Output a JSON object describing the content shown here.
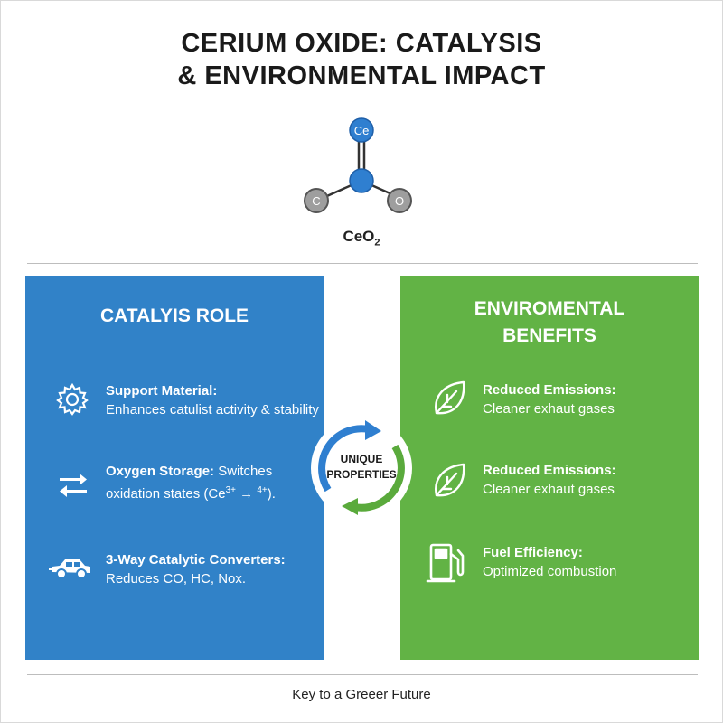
{
  "title_line1": "CERIUM OXIDE: CATALYSIS",
  "title_line2": "& ENVIRONMENTAL IMPACT",
  "molecule": {
    "top_atom": "Ce",
    "left_atom": "C",
    "right_atom": "O",
    "formula_base": "CeO",
    "formula_sub": "2"
  },
  "left_panel": {
    "title": "CATALYIS ROLE",
    "color": "#3182c8",
    "items": [
      {
        "icon": "gear-icon",
        "head": "Support Material:",
        "text": "Enhances catulist activity & stability"
      },
      {
        "icon": "swap-arrows-icon",
        "head": "Oxygen Storage:",
        "text_inline": " Switches",
        "text_line2_a": "oxidation states (Ce",
        "sup_a": "3+",
        "text_line2_b": " → ",
        "sup_b": "4+",
        "text_line2_c": ")."
      },
      {
        "icon": "car-icon",
        "head": "3-Way Catalytic Converters:",
        "text": "Reduces CO, HC, Nox."
      }
    ]
  },
  "center": {
    "line1": "UNIQUE",
    "line2": "PROPERTIES"
  },
  "right_panel": {
    "title_line1": "ENVIROMENTAL",
    "title_line2": "BENEFITS",
    "color": "#62b345",
    "items": [
      {
        "icon": "leaf-icon",
        "head": "Reduced Emissions:",
        "text": "Cleaner exhaut gases"
      },
      {
        "icon": "leaf-icon",
        "head": "Reduced Emissions:",
        "text": "Cleaner exhaut gases"
      },
      {
        "icon": "fuel-pump-icon",
        "head": "Fuel Efficiency:",
        "text": "Optimized combustion"
      }
    ]
  },
  "footer": "Key to a Greeer Future"
}
